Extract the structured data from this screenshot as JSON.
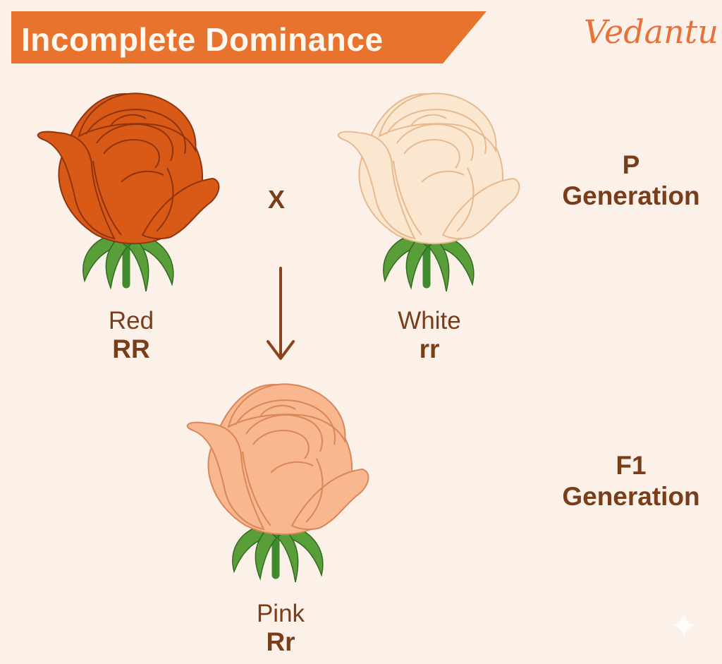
{
  "title": "Incomplete Dominance",
  "brand": "Vedantu",
  "cross_symbol": "X",
  "parents": [
    {
      "color_name": "Red",
      "genotype": "RR",
      "petal_color": "#d95a17",
      "petal_stroke": "#8f3410"
    },
    {
      "color_name": "White",
      "genotype": "rr",
      "petal_color": "#fbe6cf",
      "petal_stroke": "#e7b98f"
    }
  ],
  "offspring": {
    "color_name": "Pink",
    "genotype": "Rr",
    "petal_color": "#f8b78e",
    "petal_stroke": "#d98658"
  },
  "generations": {
    "p": {
      "line1": "P",
      "line2": "Generation"
    },
    "f1": {
      "line1": "F1",
      "line2": "Generation"
    }
  },
  "colors": {
    "background": "#fcf1e8",
    "banner": "#e8732e",
    "text": "#7a3d1a",
    "leaf": "#5a9e3a",
    "stem": "#3f8a2c"
  }
}
